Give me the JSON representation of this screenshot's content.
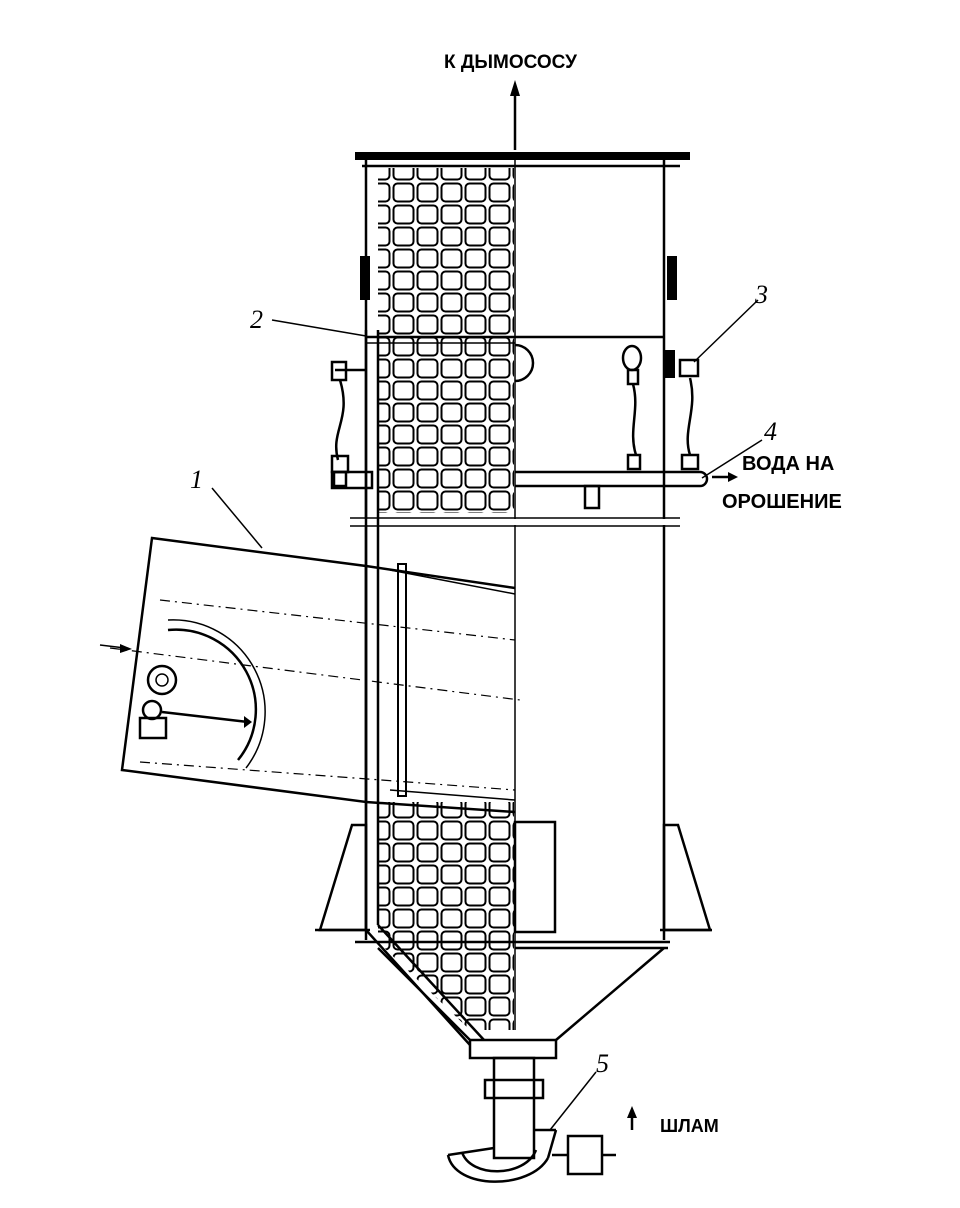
{
  "labels": {
    "exhaust": "К ДЫМОСОСУ",
    "water_line1": "ВОДА НА",
    "water_line2": "ОРОШЕНИЕ",
    "sludge": "ШЛАМ"
  },
  "callouts": [
    "1",
    "2",
    "3",
    "4",
    "5"
  ],
  "colors": {
    "ink": "#000000",
    "paper": "#ffffff"
  }
}
